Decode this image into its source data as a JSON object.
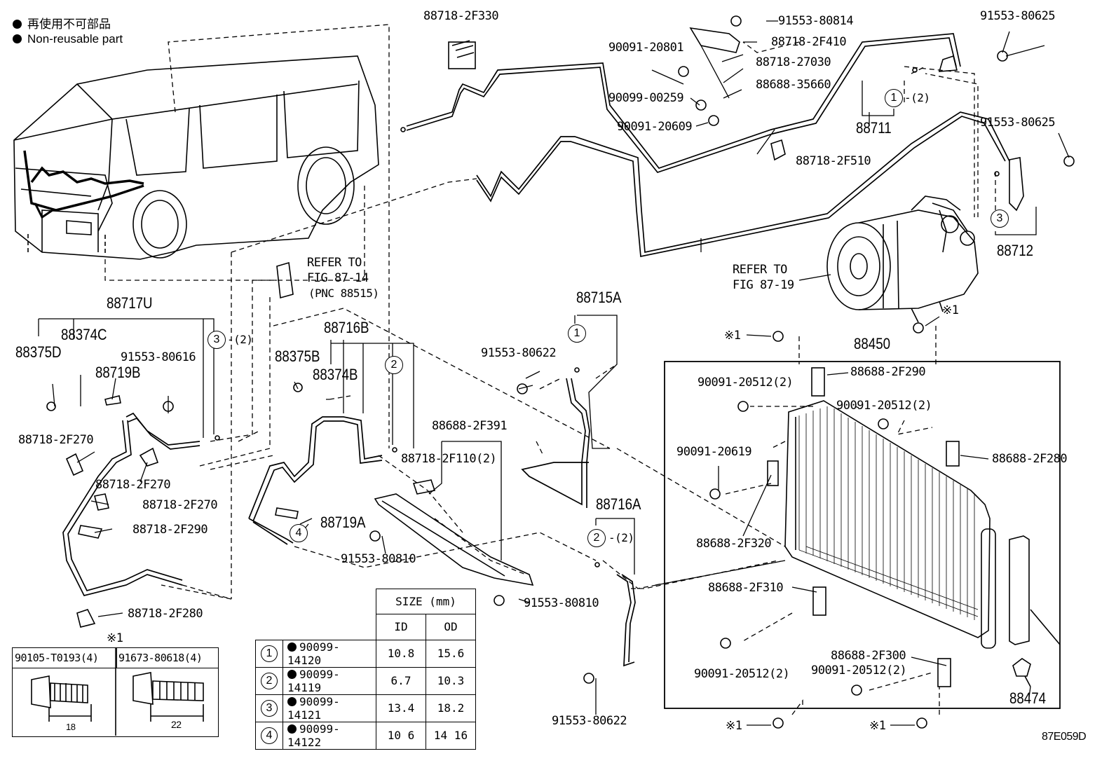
{
  "legend": {
    "japanese": "再使用不可部品",
    "english": "Non-reusable part"
  },
  "labels": {
    "p88718_2F330": "88718-2F330",
    "p91553_80814": "91553-80814",
    "p91553_80625a": "91553-80625",
    "p88718_2F410": "88718-2F410",
    "p90091_20801": "90091-20801",
    "p88718_27030": "88718-27030",
    "p88688_35660": "88688-35660",
    "p90099_00259": "90099-00259",
    "p90091_20609": "90091-20609",
    "p88711": "88711",
    "p91553_80625b": "91553-80625",
    "p88718_2F510": "88718-2F510",
    "p88712": "88712",
    "refer_87_14_a": "REFER TO",
    "refer_87_14_b": "FIG 87-14",
    "refer_87_14_c": "(PNC 88515)",
    "refer_87_19_a": "REFER TO",
    "refer_87_19_b": "FIG 87-19",
    "p88717U": "88717U",
    "p88374C": "88374C",
    "p88375D": "88375D",
    "p88719B": "88719B",
    "p91553_80616": "91553-80616",
    "p88716B": "88716B",
    "p88375B": "88375B",
    "p88374B": "88374B",
    "p88715A": "88715A",
    "p91553_80622a": "91553-80622",
    "p88450": "88450",
    "p88688_2F290": "88688-2F290",
    "p90091_20512a": "90091-20512(2)",
    "p90091_20512b": "90091-20512(2)",
    "p90091_20619": "90091-20619",
    "p88688_2F280": "88688-2F280",
    "p88688_2F320": "88688-2F320",
    "p88718_2F270a": "88718-2F270",
    "p88718_2F270b": "88718-2F270",
    "p88718_2F270c": "88718-2F270",
    "p88718_2F290": "88718-2F290",
    "p88718_2F280": "88718-2F280",
    "p88688_2F391": "88688-2F391",
    "p88718_2F110": "88718-2F110(2)",
    "p88719A": "88719A",
    "p91553_80810a": "91553-80810",
    "p91553_80810b": "91553-80810",
    "p88716A": "88716A",
    "p88688_2F310": "88688-2F310",
    "p90091_20512c": "90091-20512(2)",
    "p88688_2F300": "88688-2F300",
    "p90091_20512d": "90091-20512(2)",
    "p88474": "88474",
    "p91553_80622b": "91553-80622",
    "note_x1": "※1",
    "note_x1_a": "※1",
    "note_x1_b": "※1",
    "note_x1_c": "※1",
    "note_x1_d": "※1",
    "qty2": "-(2)",
    "fig_code": "87E059D"
  },
  "size_table": {
    "header": "SIZE (mm)",
    "col_id": "ID",
    "col_od": "OD",
    "rows": [
      {
        "n": "1",
        "part": "90099-14120",
        "id": "10.8",
        "od": "15.6"
      },
      {
        "n": "2",
        "part": "90099-14119",
        "id": "6.7",
        "od": "10.3"
      },
      {
        "n": "3",
        "part": "90099-14121",
        "id": "13.4",
        "od": "18.2"
      },
      {
        "n": "4",
        "part": "90099-14122",
        "id": "10 6",
        "od": "14 16"
      }
    ]
  },
  "fasteners": {
    "left": "90105-T0193(4)",
    "right": "91673-80618(4)",
    "dim_left": "18",
    "dim_right": "22"
  }
}
